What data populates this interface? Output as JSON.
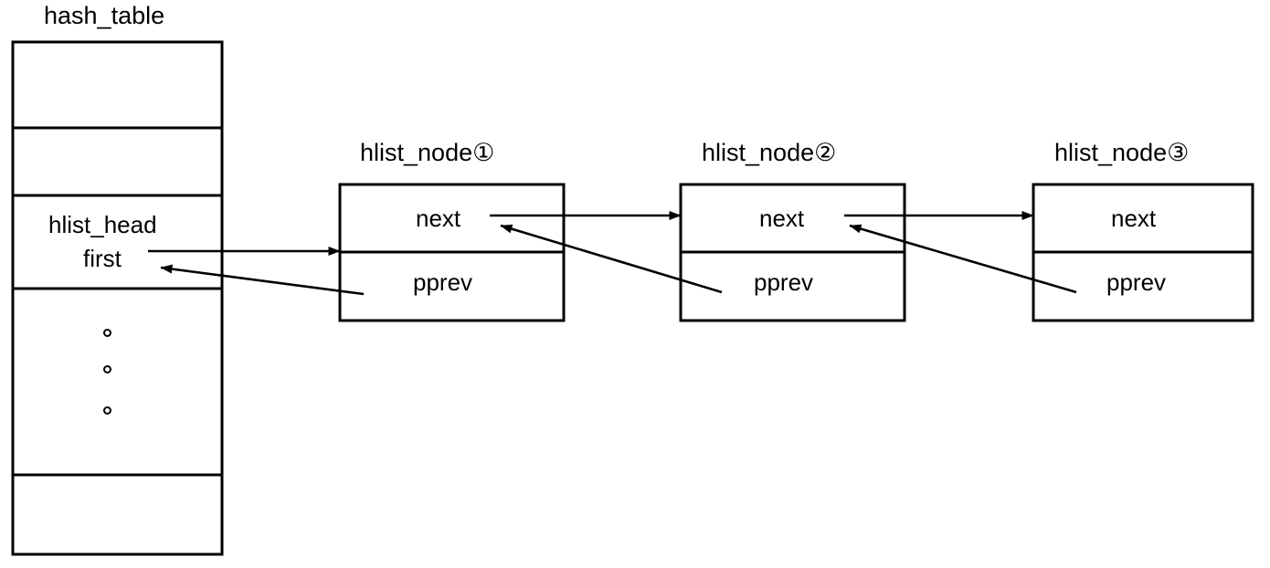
{
  "diagram": {
    "title": "hash_table",
    "hash_table": {
      "label": "hash_table",
      "head_type_label": "hlist_head",
      "first_field_label": "first",
      "ellipsis_dots": 3
    },
    "nodes": [
      {
        "title": "hlist_node①",
        "next_label": "next",
        "pprev_label": "pprev"
      },
      {
        "title": "hlist_node②",
        "next_label": "next",
        "pprev_label": "pprev"
      },
      {
        "title": "hlist_node③",
        "next_label": "next",
        "pprev_label": "pprev"
      }
    ],
    "colors": {
      "stroke": "#000000",
      "background": "#ffffff",
      "text": "#000000"
    }
  }
}
